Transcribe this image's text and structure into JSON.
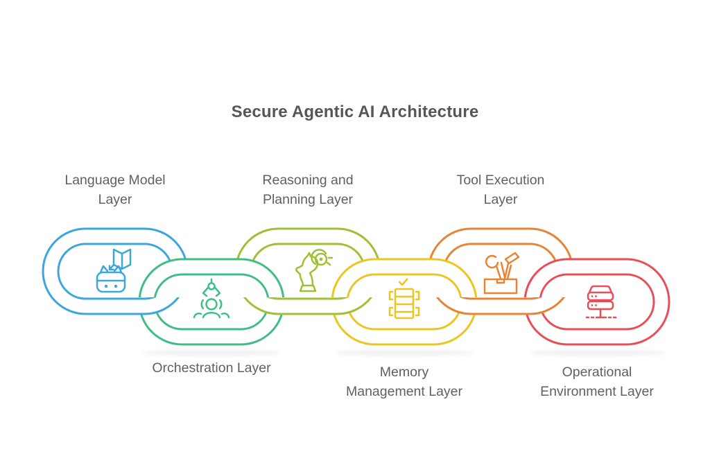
{
  "title": "Secure Agentic AI Architecture",
  "colors": {
    "background": "#FFFFFF",
    "title_text": "#55565A",
    "label_text": "#5D6064"
  },
  "layers": [
    {
      "label": "Language Model Layer",
      "lines": [
        "Language Model",
        "Layer"
      ],
      "label_position": "top",
      "color": "#39A7DD",
      "icon": "robot-book-icon"
    },
    {
      "label": "Orchestration Layer",
      "lines": [
        "Orchestration Layer"
      ],
      "label_position": "bottom",
      "color": "#3EBE85",
      "icon": "orchestration-claw-icon"
    },
    {
      "label": "Reasoning and Planning Layer",
      "lines": [
        "Reasoning and",
        "Planning Layer"
      ],
      "label_position": "top",
      "color": "#9EC131",
      "icon": "chess-knight-gear-icon"
    },
    {
      "label": "Memory Management Layer",
      "lines": [
        "Memory",
        "Management Layer"
      ],
      "label_position": "bottom",
      "color": "#EDC51F",
      "icon": "memory-chip-icon"
    },
    {
      "label": "Tool Execution Layer",
      "lines": [
        "Tool Execution",
        "Layer"
      ],
      "label_position": "top",
      "color": "#EA8331",
      "icon": "toolbox-icon"
    },
    {
      "label": "Operational Environment Layer",
      "lines": [
        "Operational",
        "Environment Layer"
      ],
      "label_position": "bottom",
      "color": "#E94D56",
      "icon": "server-stack-icon"
    }
  ]
}
